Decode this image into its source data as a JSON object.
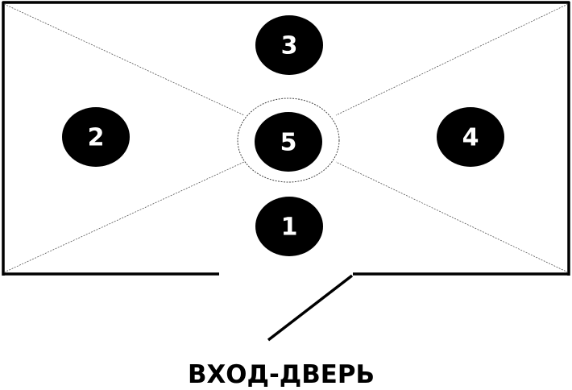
{
  "colors": {
    "ink": "#000000",
    "zone_fill": "#000000",
    "zone_text": "#ffffff",
    "background": "#ffffff"
  },
  "zones": [
    {
      "id": "zone-1",
      "label": "1",
      "position": "bottom-center"
    },
    {
      "id": "zone-2",
      "label": "2",
      "position": "left"
    },
    {
      "id": "zone-3",
      "label": "3",
      "position": "top-center"
    },
    {
      "id": "zone-4",
      "label": "4",
      "position": "right"
    },
    {
      "id": "zone-5",
      "label": "5",
      "position": "center"
    }
  ],
  "entrance": {
    "label": "ВХОД-ДВЕРЬ"
  }
}
